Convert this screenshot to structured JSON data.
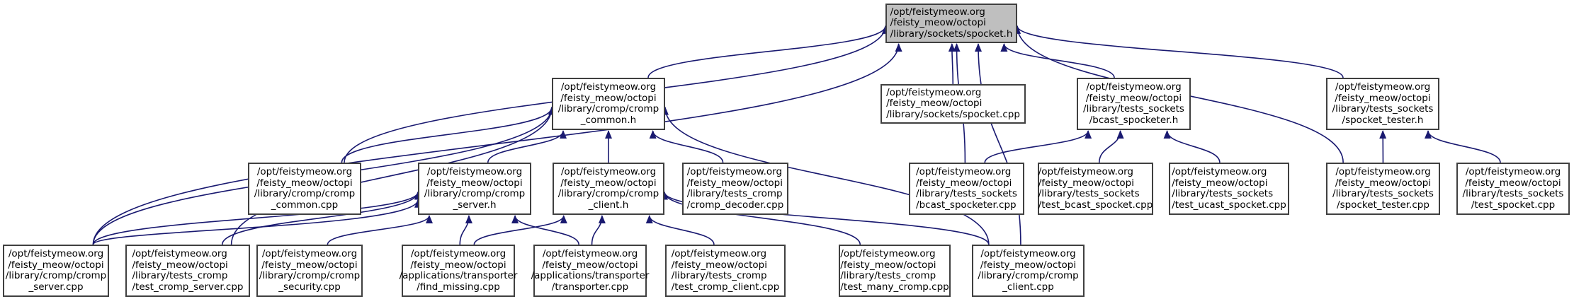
{
  "diagram": {
    "type": "doxygen-include-dependency-graph",
    "colors": {
      "edge": "#191970",
      "node_border": "#404040",
      "root_fill": "#bfbfbf",
      "node_fill": "#ffffff"
    },
    "nodes": [
      {
        "id": "spocket_h",
        "root": true,
        "lines": [
          "/opt/feistymeow.org",
          "/feisty_meow/octopi",
          "/library/sockets/spocket.h"
        ]
      },
      {
        "id": "cromp_common_h",
        "lines": [
          "/opt/feistymeow.org",
          "/feisty_meow/octopi",
          "/library/cromp/cromp",
          "_common.h"
        ]
      },
      {
        "id": "spocket_cpp",
        "lines": [
          "/opt/feistymeow.org",
          "/feisty_meow/octopi",
          "/library/sockets/spocket.cpp"
        ]
      },
      {
        "id": "bcast_spocketer_h",
        "lines": [
          "/opt/feistymeow.org",
          "/feisty_meow/octopi",
          "/library/tests_sockets",
          "/bcast_spocketer.h"
        ]
      },
      {
        "id": "spocket_tester_h",
        "lines": [
          "/opt/feistymeow.org",
          "/feisty_meow/octopi",
          "/library/tests_sockets",
          "/spocket_tester.h"
        ]
      },
      {
        "id": "cromp_common_cpp",
        "lines": [
          "/opt/feistymeow.org",
          "/feisty_meow/octopi",
          "/library/cromp/cromp",
          "_common.cpp"
        ]
      },
      {
        "id": "cromp_server_h",
        "lines": [
          "/opt/feistymeow.org",
          "/feisty_meow/octopi",
          "/library/cromp/cromp",
          "_server.h"
        ]
      },
      {
        "id": "cromp_client_h",
        "lines": [
          "/opt/feistymeow.org",
          "/feisty_meow/octopi",
          "/library/cromp/cromp",
          "_client.h"
        ]
      },
      {
        "id": "cromp_decoder_cpp",
        "lines": [
          "/opt/feistymeow.org",
          "/feisty_meow/octopi",
          "/library/tests_cromp",
          "/cromp_decoder.cpp"
        ]
      },
      {
        "id": "bcast_spocketer_cpp",
        "lines": [
          "/opt/feistymeow.org",
          "/feisty_meow/octopi",
          "/library/tests_sockets",
          "/bcast_spocketer.cpp"
        ]
      },
      {
        "id": "test_bcast_spocket_cpp",
        "lines": [
          "/opt/feistymeow.org",
          "/feisty_meow/octopi",
          "/library/tests_sockets",
          "/test_bcast_spocket.cpp"
        ]
      },
      {
        "id": "test_ucast_spocket_cpp",
        "lines": [
          "/opt/feistymeow.org",
          "/feisty_meow/octopi",
          "/library/tests_sockets",
          "/test_ucast_spocket.cpp"
        ]
      },
      {
        "id": "spocket_tester_cpp",
        "lines": [
          "/opt/feistymeow.org",
          "/feisty_meow/octopi",
          "/library/tests_sockets",
          "/spocket_tester.cpp"
        ]
      },
      {
        "id": "test_spocket_cpp",
        "lines": [
          "/opt/feistymeow.org",
          "/feisty_meow/octopi",
          "/library/tests_sockets",
          "/test_spocket.cpp"
        ]
      },
      {
        "id": "cromp_server_cpp",
        "lines": [
          "/opt/feistymeow.org",
          "/feisty_meow/octopi",
          "/library/cromp/cromp",
          "_server.cpp"
        ]
      },
      {
        "id": "test_cromp_server_cpp",
        "lines": [
          "/opt/feistymeow.org",
          "/feisty_meow/octopi",
          "/library/tests_cromp",
          "/test_cromp_server.cpp"
        ]
      },
      {
        "id": "cromp_security_cpp",
        "lines": [
          "/opt/feistymeow.org",
          "/feisty_meow/octopi",
          "/library/cromp/cromp",
          "_security.cpp"
        ]
      },
      {
        "id": "find_missing_cpp",
        "lines": [
          "/opt/feistymeow.org",
          "/feisty_meow/octopi",
          "/applications/transporter",
          "/find_missing.cpp"
        ]
      },
      {
        "id": "transporter_cpp",
        "lines": [
          "/opt/feistymeow.org",
          "/feisty_meow/octopi",
          "/applications/transporter",
          "/transporter.cpp"
        ]
      },
      {
        "id": "test_cromp_client_cpp",
        "lines": [
          "/opt/feistymeow.org",
          "/feisty_meow/octopi",
          "/library/tests_cromp",
          "/test_cromp_client.cpp"
        ]
      },
      {
        "id": "test_many_cromp_cpp",
        "lines": [
          "/opt/feistymeow.org",
          "/feisty_meow/octopi",
          "/library/tests_cromp",
          "/test_many_cromp.cpp"
        ]
      },
      {
        "id": "cromp_client_cpp",
        "lines": [
          "/opt/feistymeow.org",
          "/feisty_meow/octopi",
          "/library/cromp/cromp",
          "_client.cpp"
        ]
      }
    ],
    "edges": [
      {
        "from": "cromp_common_h",
        "to": "spocket_h"
      },
      {
        "from": "spocket_cpp",
        "to": "spocket_h"
      },
      {
        "from": "bcast_spocketer_h",
        "to": "spocket_h"
      },
      {
        "from": "spocket_tester_h",
        "to": "spocket_h"
      },
      {
        "from": "cromp_common_cpp",
        "to": "spocket_h"
      },
      {
        "from": "cromp_server_cpp",
        "to": "spocket_h"
      },
      {
        "from": "cromp_client_cpp",
        "to": "spocket_h"
      },
      {
        "from": "bcast_spocketer_cpp",
        "to": "spocket_h"
      },
      {
        "from": "spocket_tester_cpp",
        "to": "spocket_h"
      },
      {
        "from": "cromp_common_cpp",
        "to": "cromp_common_h"
      },
      {
        "from": "cromp_server_h",
        "to": "cromp_common_h"
      },
      {
        "from": "cromp_client_h",
        "to": "cromp_common_h"
      },
      {
        "from": "cromp_decoder_cpp",
        "to": "cromp_common_h"
      },
      {
        "from": "cromp_server_cpp",
        "to": "cromp_common_h"
      },
      {
        "from": "cromp_client_cpp",
        "to": "cromp_common_h"
      },
      {
        "from": "bcast_spocketer_cpp",
        "to": "bcast_spocketer_h"
      },
      {
        "from": "test_bcast_spocket_cpp",
        "to": "bcast_spocketer_h"
      },
      {
        "from": "test_ucast_spocket_cpp",
        "to": "bcast_spocketer_h"
      },
      {
        "from": "spocket_tester_cpp",
        "to": "spocket_tester_h"
      },
      {
        "from": "test_spocket_cpp",
        "to": "spocket_tester_h"
      },
      {
        "from": "cromp_server_cpp",
        "to": "cromp_server_h"
      },
      {
        "from": "test_cromp_server_cpp",
        "to": "cromp_server_h"
      },
      {
        "from": "cromp_security_cpp",
        "to": "cromp_server_h"
      },
      {
        "from": "find_missing_cpp",
        "to": "cromp_server_h"
      },
      {
        "from": "transporter_cpp",
        "to": "cromp_server_h"
      },
      {
        "from": "find_missing_cpp",
        "to": "cromp_client_h"
      },
      {
        "from": "transporter_cpp",
        "to": "cromp_client_h"
      },
      {
        "from": "test_cromp_client_cpp",
        "to": "cromp_client_h"
      },
      {
        "from": "test_many_cromp_cpp",
        "to": "cromp_client_h"
      },
      {
        "from": "cromp_client_cpp",
        "to": "cromp_client_h"
      },
      {
        "from": "cromp_server_cpp",
        "to": "cromp_server_h"
      },
      {
        "from": "test_cromp_server_cpp",
        "to": "cromp_common_h"
      }
    ]
  }
}
